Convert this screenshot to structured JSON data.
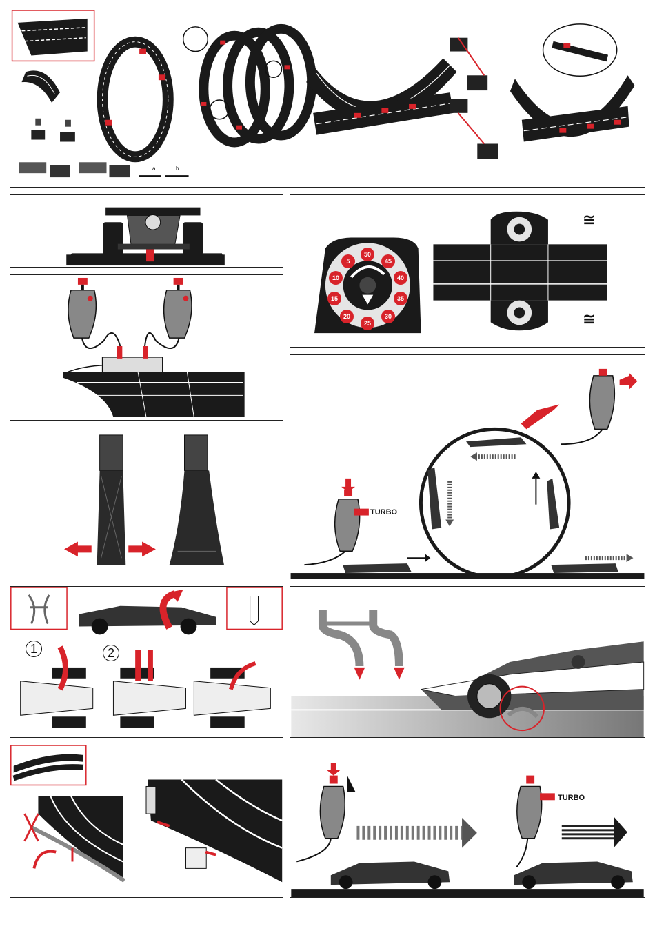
{
  "turbo_labels": {
    "loop_panel": "TURBO",
    "speed_panel": "TURBO"
  },
  "step_numbers": [
    "1",
    "2"
  ],
  "dial_values": [
    "5",
    "10",
    "15",
    "20",
    "25",
    "30",
    "35",
    "40",
    "45",
    "50"
  ],
  "small_dial_mark": "≅",
  "part_letters": [
    "a",
    "b"
  ],
  "colors": {
    "accent_red": "#d8232a",
    "track_black": "#1a1a1a",
    "line_gray": "#222222"
  },
  "icons": [
    "arrow-icon",
    "car-icon",
    "controller-icon",
    "track-icon",
    "braid-icon",
    "dial-icon",
    "clip-icon",
    "cross-icon"
  ]
}
